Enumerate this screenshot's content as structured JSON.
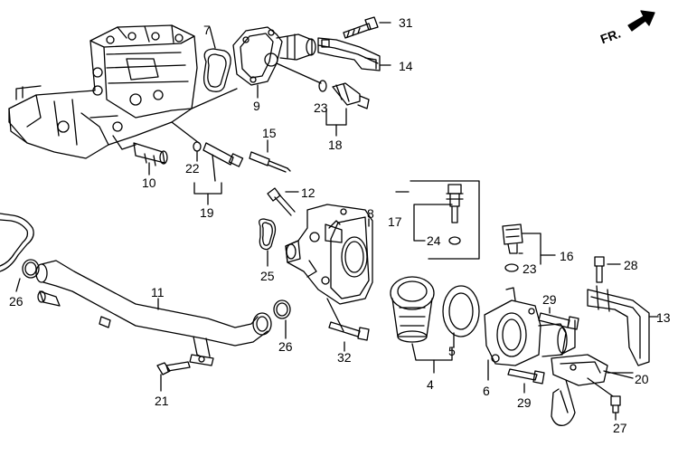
{
  "diagram": {
    "orientation_label": "FR.",
    "part_labels": {
      "p31": "31",
      "p7": "7",
      "p14": "14",
      "p9": "9",
      "p23a": "23",
      "p18": "18",
      "p15": "15",
      "p22": "22",
      "p10": "10",
      "p19": "19",
      "p12": "12",
      "p8": "8",
      "p17": "17",
      "p24": "24",
      "p16": "16",
      "p23b": "23",
      "p28": "28",
      "p26a": "26",
      "p11": "11",
      "p25": "25",
      "p26b": "26",
      "p32": "32",
      "p29a": "29",
      "p13": "13",
      "p5": "5",
      "p20": "20",
      "p4": "4",
      "p6": "6",
      "p29b": "29",
      "p21": "21",
      "p27": "27"
    }
  }
}
